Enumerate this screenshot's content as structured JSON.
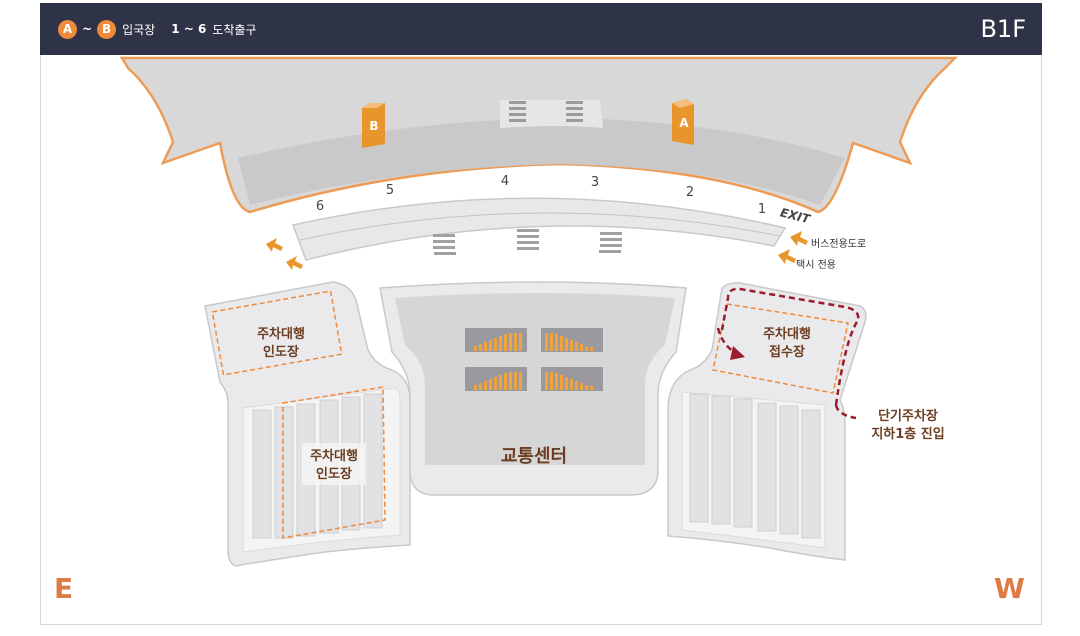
{
  "legend": {
    "gate_start": "A",
    "gate_end": "B",
    "range_sep": "~",
    "gates_label": "입국장",
    "exits_range": "1 ~ 6",
    "exits_label": "도착출구"
  },
  "floor_label": "B1F",
  "gates": {
    "a": "A",
    "b": "B"
  },
  "exits": {
    "e1": "1",
    "e2": "2",
    "e3": "3",
    "e4": "4",
    "e5": "5",
    "e6": "6"
  },
  "exit_sign": "EXIT",
  "roads": {
    "bus": "버스전용도로",
    "taxi": "택시 전용"
  },
  "valet_dropoff_top": [
    "주차대행",
    "인도장"
  ],
  "valet_dropoff_bottom": [
    "주차대행",
    "인도장"
  ],
  "valet_reception": [
    "주차대행",
    "접수장"
  ],
  "transport_center": "교통센터",
  "short_term_parking": [
    "단기주차장",
    "지하1층 진입"
  ],
  "directions": {
    "east": "E",
    "west": "W"
  },
  "colors": {
    "header_bg": "#2f3347",
    "accent": "#ee8a3a",
    "gate_orange": "#e8952b",
    "route_red": "#9b1c2c",
    "terminal_fill": "#d6d6d6",
    "label_brown": "#6b3d22",
    "direction_orange": "#dd7b45"
  },
  "icons": [
    "gate-marker-icon",
    "escalator-icon",
    "direction-arrow-icon",
    "route-arrow-icon"
  ]
}
